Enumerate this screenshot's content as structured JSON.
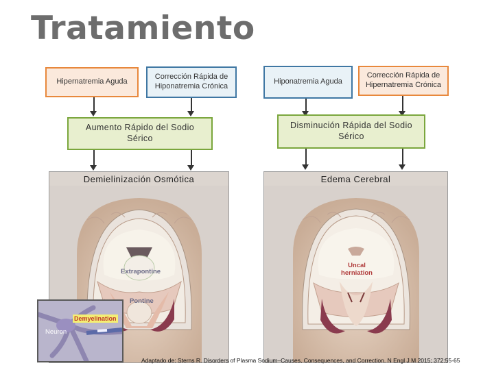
{
  "title": "Tratamiento",
  "left": {
    "box1": "Hipernatremia Aguda",
    "box2": "Corrección Rápida de Hiponatremia Crónica",
    "effect": "Aumento Rápido del Sodio Sérico",
    "outcome": "Demielinización Osmótica",
    "labels": {
      "extrapontine": "Extrapontine",
      "pontine": "Pontine",
      "demyelination": "Demyelination",
      "neuron": "Neuron"
    }
  },
  "right": {
    "box1": "Hiponatremia Aguda",
    "box2": "Corrección Rápida de Hipernatremia Crónica",
    "effect": "Disminución Rápida del Sodio Sérico",
    "outcome": "Edema Cerebral",
    "labels": {
      "uncal": "Uncal herniation"
    }
  },
  "caption": "Adaptado de: Sterns R. Disorders of Plasma Sodium–Causes, Consequences, and Correction. N Engl J M 2015; 372:55-65",
  "colors": {
    "orange": "#e8883c",
    "blue": "#3f77a3",
    "green": "#7aa63c",
    "title": "#6d6d6d"
  }
}
